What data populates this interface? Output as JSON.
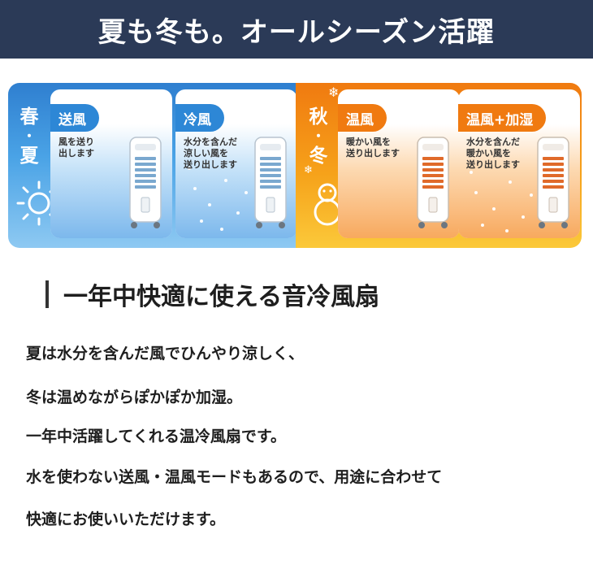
{
  "header": {
    "title": "夏も冬も。オールシーズン活躍"
  },
  "seasons": {
    "summer": {
      "label_top": "春",
      "label_dot": "・",
      "label_bottom": "夏"
    },
    "winter": {
      "label_top": "秋",
      "label_dot": "・",
      "label_bottom": "冬"
    }
  },
  "modes": [
    {
      "name": "送風",
      "desc": "風を送り\n出します"
    },
    {
      "name": "冷風",
      "desc": "水分を含んだ\n涼しい風を\n送り出します"
    },
    {
      "name": "温風",
      "desc": "暖かい風を\n送り出します"
    },
    {
      "name": "温風+加湿",
      "desc": "水分を含んだ\n暖かい風を\n送り出します"
    }
  ],
  "icons": {
    "summer": "sun-icon",
    "winter": "snowman-icon",
    "decor": "snowflake-icon",
    "product": "air-cooler-fan-icon"
  },
  "colors": {
    "header_bg": "#2b3a57",
    "summer_accent": "#2d87d6",
    "winter_accent": "#f07a10"
  },
  "section": {
    "title": "一年中快適に使える音冷風扇",
    "lines": [
      "夏は水分を含んだ風でひんやり涼しく、",
      "冬は温めながらぽかぽか加湿。",
      "一年中活躍してくれる温冷風扇です。",
      "水を使わない送風・温風モードもあるので、用途に合わせて",
      "快適にお使いいただけます。"
    ]
  }
}
